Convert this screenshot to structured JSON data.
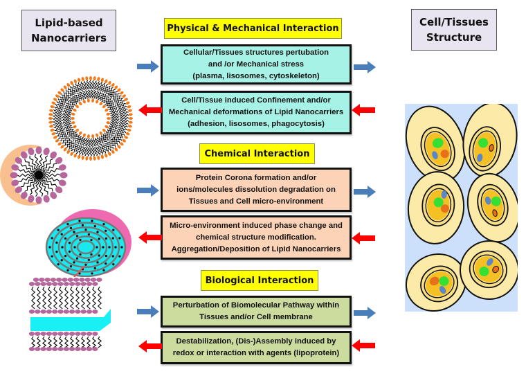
{
  "left_header": {
    "lines": [
      "Lipid-based",
      "Nanocarriers"
    ]
  },
  "right_header": {
    "lines": [
      "Cell/Tissues",
      "Structure"
    ]
  },
  "colors": {
    "header_fill": "#e8e4f0",
    "section_title_fill": "#ffff00",
    "physical_fill": "#a6f2e6",
    "chemical_fill": "#fcd3b6",
    "biological_fill": "#ccdc9e",
    "forward_arrow": "#4a7ebb",
    "reverse_arrow": "#ff0000",
    "tissue_background": "#cde0fb",
    "cell_fill": "#fbeaa8",
    "nucleus_fill": "#f4c023"
  },
  "sections": [
    {
      "title": "Physical & Mechanical Interaction",
      "forward": "Cellular/Tissues structures pertubation\nand /or Mechanical stress\n(plasma, lisosomes, cytoskeleton)",
      "reverse": "Cell/Tissue induced Confinement and/or\nMechanical deformations of Lipid Nanocarriers\n(adhesion, lisosomes, phagocytosis)"
    },
    {
      "title": "Chemical Interaction",
      "forward": "Protein Corona formation and/or\nions/molecules dissolution degradation on\nTissues and Cell micro-environment",
      "reverse": "Micro-environment induced phase change and\nchemical structure modification.\nAggregation/Deposition of Lipid Nanocarriers"
    },
    {
      "title": "Biological Interaction",
      "forward": "Perturbation of Biomolecular Pathway within\nTissues and/or Cell membrane",
      "reverse": "Destabilization, (Dis-)Assembly induced by\nredox or interaction with agents (lipoprotein)"
    }
  ],
  "illustrations": {
    "left": [
      "liposome",
      "micelle",
      "multilamellar-vesicle",
      "lipid-bilayer"
    ],
    "right": "tissue-cells"
  }
}
